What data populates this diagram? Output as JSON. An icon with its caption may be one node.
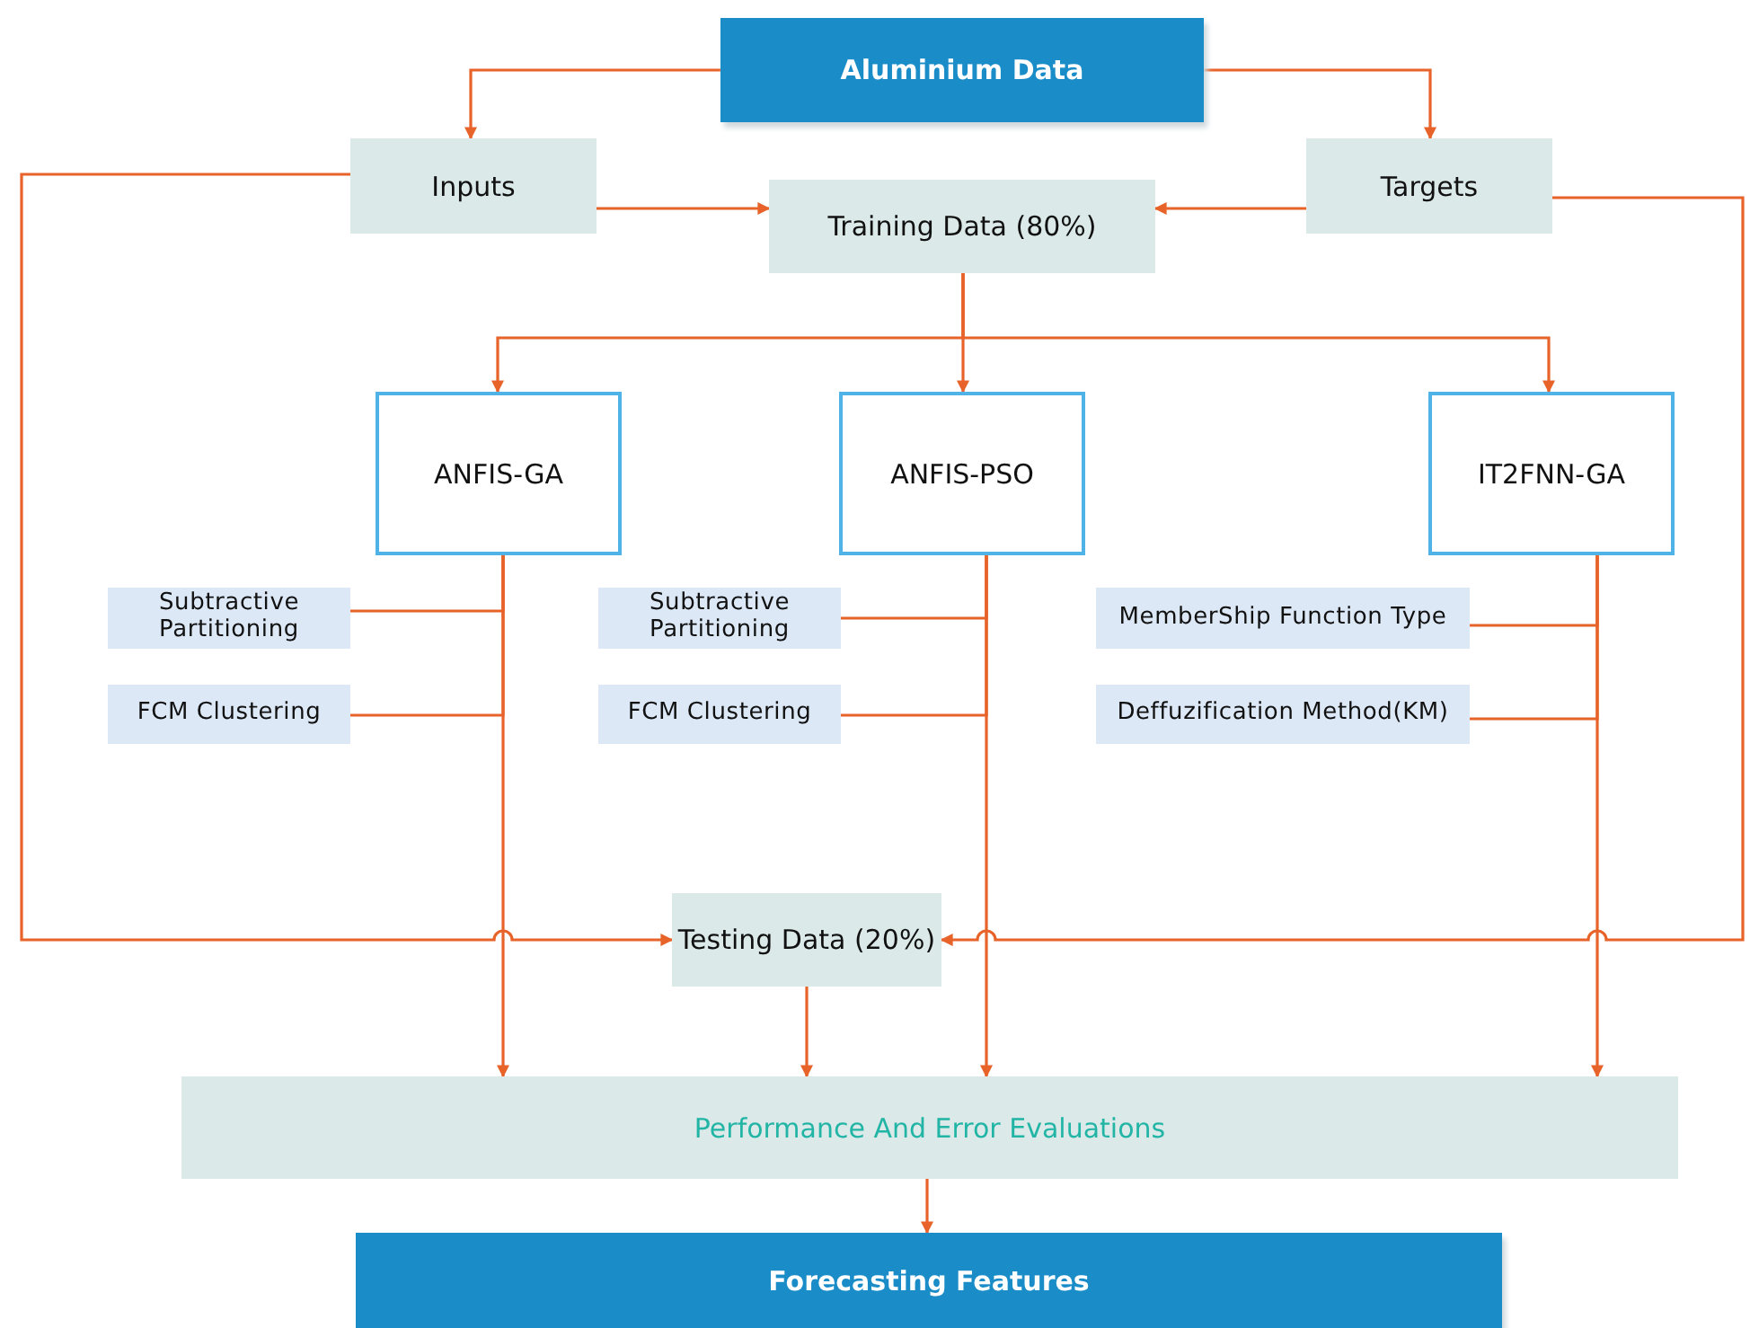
{
  "diagram": {
    "nodes": [
      {
        "text": [
          "Aluminium Data"
        ]
      },
      {
        "text": [
          "Inputs"
        ]
      },
      {
        "text": [
          "Training Data (80%)"
        ]
      },
      {
        "text": [
          "Targets"
        ]
      },
      {
        "text": [
          "ANFIS-GA"
        ]
      },
      {
        "text": [
          "ANFIS-PSO"
        ]
      },
      {
        "text": [
          "IT2FNN-GA"
        ]
      },
      {
        "text": [
          "Subtractive Partitioning"
        ]
      },
      {
        "text": [
          "FCM Clustering"
        ]
      },
      {
        "text": [
          "Subtractive Partitioning"
        ]
      },
      {
        "text": [
          "FCM Clustering"
        ]
      },
      {
        "text": [
          "MemberShip Function Type"
        ]
      },
      {
        "text": [
          "Deffuzification Method(KM)"
        ]
      },
      {
        "text": [
          "Testing Data (20%)"
        ]
      },
      {
        "text": [
          "Performance And Error Evaluations"
        ]
      },
      {
        "text": [
          "Forecasting Features"
        ]
      }
    ],
    "edges": [
      {
        "from": 0,
        "to": 1,
        "arrow": "to"
      },
      {
        "from": 0,
        "to": 3,
        "arrow": "to"
      },
      {
        "from": 1,
        "to": 2,
        "arrow": "to"
      },
      {
        "from": 3,
        "to": 2,
        "arrow": "to"
      },
      {
        "from": 2,
        "to": 4,
        "arrow": "to"
      },
      {
        "from": 2,
        "to": 5,
        "arrow": "to"
      },
      {
        "from": 2,
        "to": 6,
        "arrow": "to"
      },
      {
        "from": 7,
        "to": 4,
        "arrow": "none"
      },
      {
        "from": 8,
        "to": 4,
        "arrow": "none"
      },
      {
        "from": 9,
        "to": 5,
        "arrow": "none"
      },
      {
        "from": 10,
        "to": 5,
        "arrow": "none"
      },
      {
        "from": 11,
        "to": 6,
        "arrow": "none"
      },
      {
        "from": 12,
        "to": 6,
        "arrow": "none"
      },
      {
        "from": 1,
        "to": 13,
        "arrow": "to"
      },
      {
        "from": 3,
        "to": 13,
        "arrow": "to"
      },
      {
        "from": 4,
        "to": 14,
        "arrow": "to"
      },
      {
        "from": 13,
        "to": 14,
        "arrow": "to"
      },
      {
        "from": 5,
        "to": 14,
        "arrow": "to"
      },
      {
        "from": 6,
        "to": 14,
        "arrow": "to"
      },
      {
        "from": 14,
        "to": 15,
        "arrow": "to"
      }
    ]
  }
}
